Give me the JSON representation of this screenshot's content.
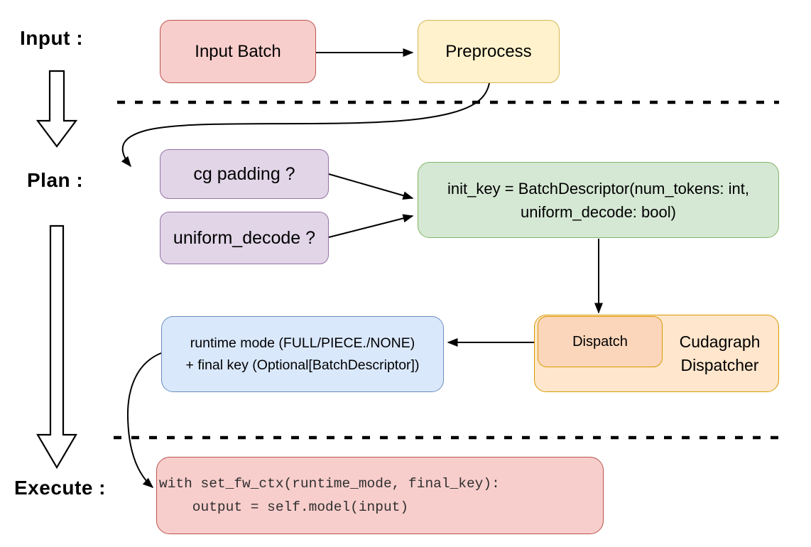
{
  "stages": {
    "input": "Input :",
    "plan": "Plan :",
    "execute": "Execute :"
  },
  "nodes": {
    "input_batch": {
      "label": "Input Batch"
    },
    "preprocess": {
      "label": "Preprocess"
    },
    "cg_padding": {
      "label": "cg padding ?"
    },
    "uniform_decode": {
      "label": "uniform_decode ?"
    },
    "init_key": {
      "line1": "init_key = BatchDescriptor(num_tokens: int,",
      "line2": "uniform_decode: bool)"
    },
    "dispatch": {
      "label": "Dispatch"
    },
    "cudagraph_dispatcher": {
      "line1": "Cudagraph",
      "line2": "Dispatcher"
    },
    "runtime_mode_key": {
      "line1": "runtime mode (FULL/PIECE./NONE)",
      "line2": "+ final key (Optional[BatchDescriptor])"
    },
    "execute_code": {
      "line1": "with set_fw_ctx(runtime_mode, final_key):",
      "line2": "    output = self.model(input)"
    }
  },
  "colors": {
    "red_fill": "#f8cecc",
    "red_stroke": "#b85450",
    "yellow_fill": "#fff2cc",
    "yellow_stroke": "#d6b656",
    "purple_fill": "#e1d5e7",
    "purple_stroke": "#9673a6",
    "green_fill": "#d5e8d4",
    "green_stroke": "#82b366",
    "orange_fill": "#ffe6cc",
    "orange_stroke": "#d79b00",
    "dispatch_fill": "#fbd6bb",
    "line_color": "#000000"
  }
}
